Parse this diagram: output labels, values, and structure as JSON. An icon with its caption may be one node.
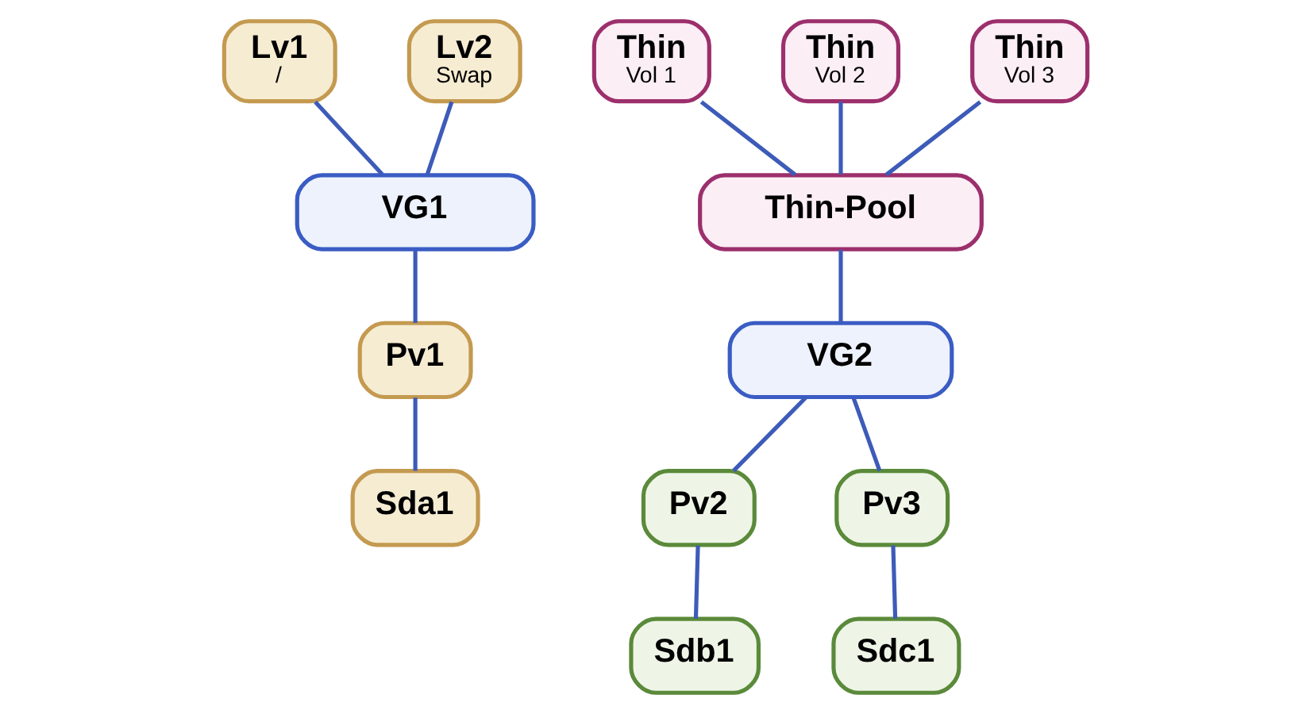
{
  "diagram": {
    "nodes": [
      {
        "text": [
          "Lv1",
          "/"
        ]
      },
      {
        "text": [
          "Lv2",
          "Swap"
        ]
      },
      {
        "text": [
          "VG1"
        ]
      },
      {
        "text": [
          "Pv1"
        ]
      },
      {
        "text": [
          "Sda1"
        ]
      },
      {
        "text": [
          "Thin",
          "Vol 1"
        ]
      },
      {
        "text": [
          "Thin",
          "Vol 2"
        ]
      },
      {
        "text": [
          "Thin",
          "Vol 3"
        ]
      },
      {
        "text": [
          "Thin-Pool"
        ]
      },
      {
        "text": [
          "VG2"
        ]
      },
      {
        "text": [
          "Pv2"
        ]
      },
      {
        "text": [
          "Pv3"
        ]
      },
      {
        "text": [
          "Sdb1"
        ]
      },
      {
        "text": [
          "Sdc1"
        ]
      }
    ],
    "edges": [
      {
        "from": 0,
        "to": 2,
        "arrow": "none"
      },
      {
        "from": 1,
        "to": 2,
        "arrow": "none"
      },
      {
        "from": 2,
        "to": 3,
        "arrow": "none"
      },
      {
        "from": 3,
        "to": 4,
        "arrow": "none"
      },
      {
        "from": 5,
        "to": 8,
        "arrow": "none"
      },
      {
        "from": 6,
        "to": 8,
        "arrow": "none"
      },
      {
        "from": 7,
        "to": 8,
        "arrow": "none"
      },
      {
        "from": 8,
        "to": 9,
        "arrow": "none"
      },
      {
        "from": 9,
        "to": 10,
        "arrow": "none"
      },
      {
        "from": 9,
        "to": 11,
        "arrow": "none"
      },
      {
        "from": 10,
        "to": 12,
        "arrow": "none"
      },
      {
        "from": 11,
        "to": 13,
        "arrow": "none"
      }
    ]
  }
}
